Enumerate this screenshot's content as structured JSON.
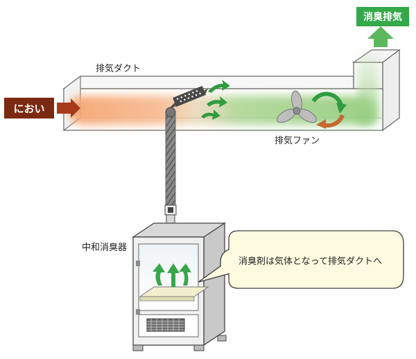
{
  "labels": {
    "odor": "におい",
    "deodorized_exhaust": "消臭排気",
    "exhaust_duct": "排気ダクト",
    "exhaust_fan": "排気ファン",
    "neutralizer": "中和消臭器",
    "callout": "消臭剤は気体となって排気ダクトへ"
  },
  "colors": {
    "odor_tag": "#7b2a12",
    "odor_arrow": "#a63a1b",
    "odor_cloud": "#f2a472",
    "clean_tag": "#35a84a",
    "clean_arrow": "#2e9c3f",
    "clean_cloud": "#9dce84",
    "duct_outline": "#6b6b6b",
    "bubble_fill": "#fffbe0"
  }
}
